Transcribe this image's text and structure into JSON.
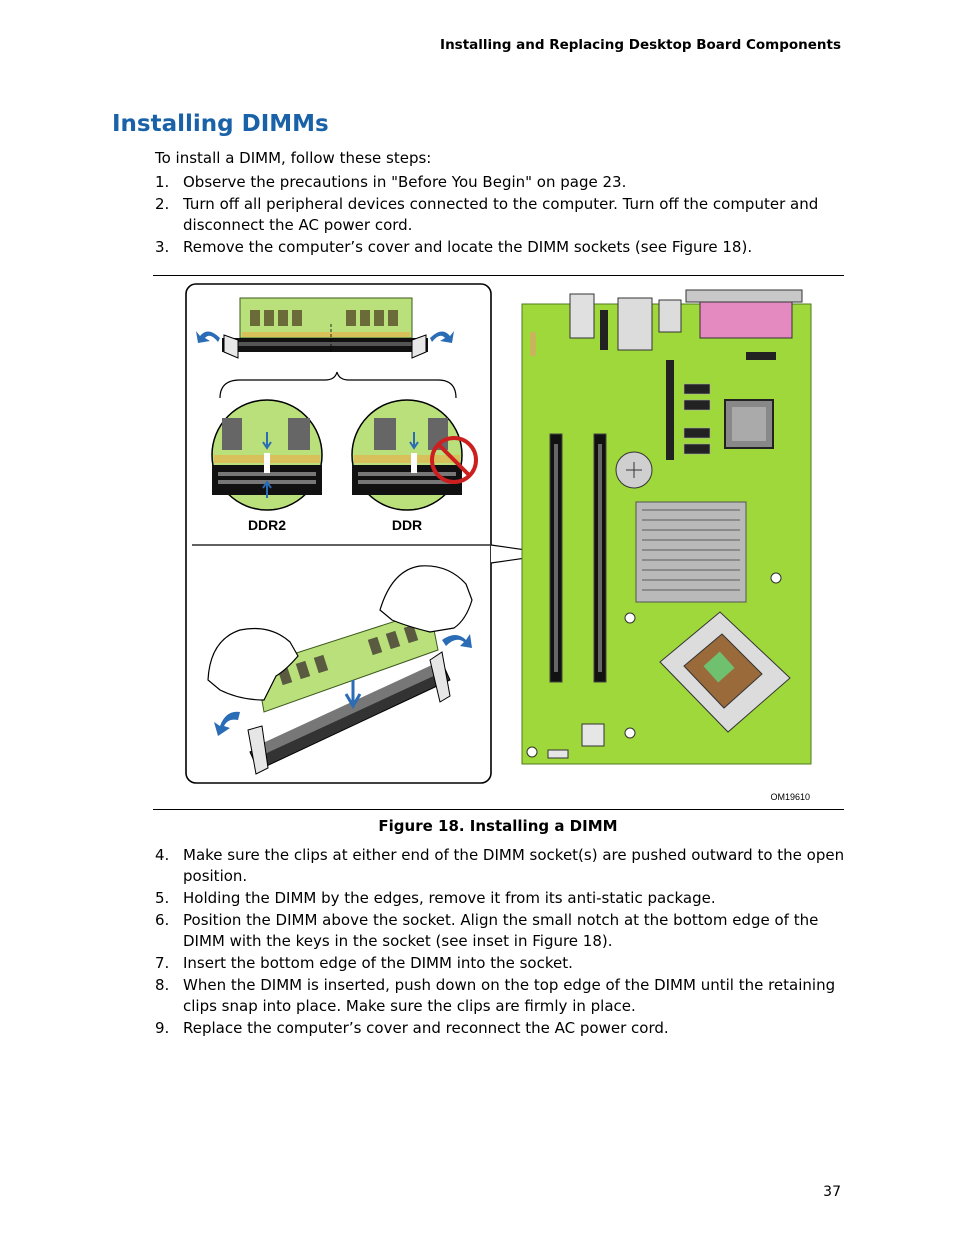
{
  "header": {
    "running_title": "Installing and Replacing Desktop Board Components"
  },
  "section": {
    "title": "Installing DIMMs",
    "intro": "To install a DIMM, follow these steps:"
  },
  "steps_before": [
    {
      "num": "1.",
      "text": "Observe the precautions in \"Before You Begin\" on page 23."
    },
    {
      "num": "2.",
      "text": "Turn off all peripheral devices connected to the computer.  Turn off the computer and disconnect the AC power cord."
    },
    {
      "num": "3.",
      "text": "Remove the computer’s cover and locate the DIMM sockets (see Figure 18)."
    }
  ],
  "figure": {
    "label_ddr2": "DDR2",
    "label_ddr": "DDR",
    "code": "OM19610",
    "caption": "Figure 18.  Installing a DIMM",
    "colors": {
      "board": "#9fd83a",
      "dimm": "#b9e07a",
      "arrow": "#2a6cb5",
      "prohibit": "#cc1f1f",
      "header_pink": "#e48ac0"
    }
  },
  "steps_after": [
    {
      "num": "4.",
      "text": "Make sure the clips at either end of the DIMM socket(s) are pushed outward to the open position."
    },
    {
      "num": "5.",
      "text": "Holding the DIMM by the edges, remove it from its anti-static package."
    },
    {
      "num": "6.",
      "text": "Position the DIMM above the socket.  Align the small notch at the bottom edge of the DIMM with the keys in the socket (see inset in Figure 18)."
    },
    {
      "num": "7.",
      "text": "Insert the bottom edge of the DIMM into the socket."
    },
    {
      "num": "8.",
      "text": "When the DIMM is inserted, push down on the top edge of the DIMM until the retaining clips snap into place.  Make sure the clips are firmly in place."
    },
    {
      "num": "9.",
      "text": "Replace the computer’s cover and reconnect the AC power cord."
    }
  ],
  "footer": {
    "page_number": "37"
  }
}
